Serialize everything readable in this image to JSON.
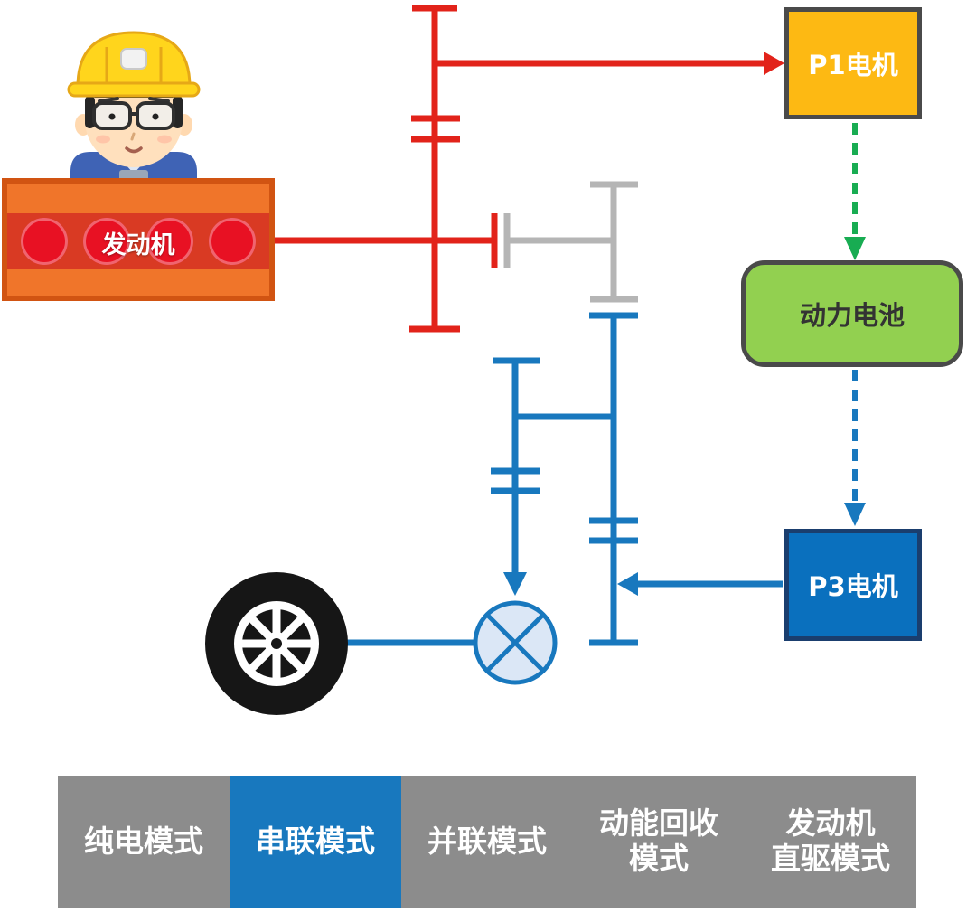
{
  "colors": {
    "red": "#e2231a",
    "gray": "#b5b5b5",
    "blue": "#1878be",
    "green": "#18ac52",
    "engine_fill": "#f0752a",
    "engine_border": "#d15412",
    "engine_band": "#d93a23",
    "engine_circle": "#e81123",
    "p1_fill": "#fdb913",
    "battery_fill": "#92d050",
    "p3_fill": "#0a70be",
    "box_border": "#4a4a4a",
    "p3_border": "#1a3e6e",
    "battery_text": "#333333",
    "mode_bar_bg": "#8c8c8c",
    "mode_active_bg": "#1878be",
    "wheel_black": "#161616",
    "output_fill": "#dbe7f6"
  },
  "nodes": {
    "engine": {
      "label": "发动机"
    },
    "p1_motor": {
      "label": "P1电机"
    },
    "battery": {
      "label": "动力电池"
    },
    "p3_motor": {
      "label": "P3电机"
    }
  },
  "modes": [
    {
      "label": "纯电模式",
      "lines": [
        "纯电模式"
      ],
      "active": false
    },
    {
      "label": "串联模式",
      "lines": [
        "串联模式"
      ],
      "active": true
    },
    {
      "label": "并联模式",
      "lines": [
        "并联模式"
      ],
      "active": false
    },
    {
      "label": "动能回收模式",
      "lines": [
        "动能回收",
        "模式"
      ],
      "active": false
    },
    {
      "label": "发动机直驱模式",
      "lines": [
        "发动机",
        "直驱模式"
      ],
      "active": false
    }
  ]
}
